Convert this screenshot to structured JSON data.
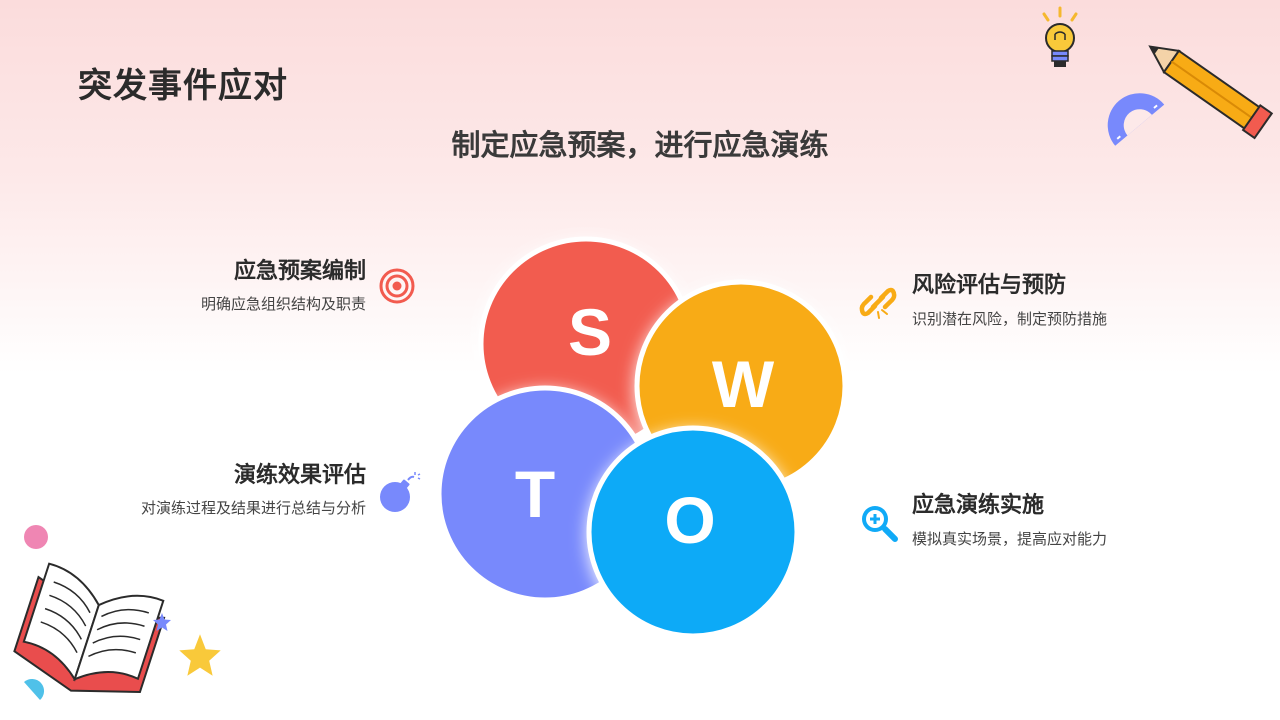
{
  "title": "突发事件应对",
  "subtitle": "制定应急预案，进行应急演练",
  "swot": {
    "letters": [
      "S",
      "W",
      "T",
      "O"
    ],
    "colors": {
      "S": "#f25b4f",
      "W": "#f8ab15",
      "T": "#7889fc",
      "O": "#10aaf7"
    }
  },
  "items": [
    {
      "title": "应急预案编制",
      "desc": "明确应急组织结构及职责",
      "icon": "target-icon",
      "color": "#f25b4f"
    },
    {
      "title": "风险评估与预防",
      "desc": "识别潜在风险，制定预防措施",
      "icon": "link-icon",
      "color": "#f8ab15"
    },
    {
      "title": "演练效果评估",
      "desc": "对演练过程及结果进行总结与分析",
      "icon": "bomb-icon",
      "color": "#7889fc"
    },
    {
      "title": "应急演练实施",
      "desc": "模拟真实场景，提高应对能力",
      "icon": "zoom-in-icon",
      "color": "#10aaf7"
    }
  ]
}
